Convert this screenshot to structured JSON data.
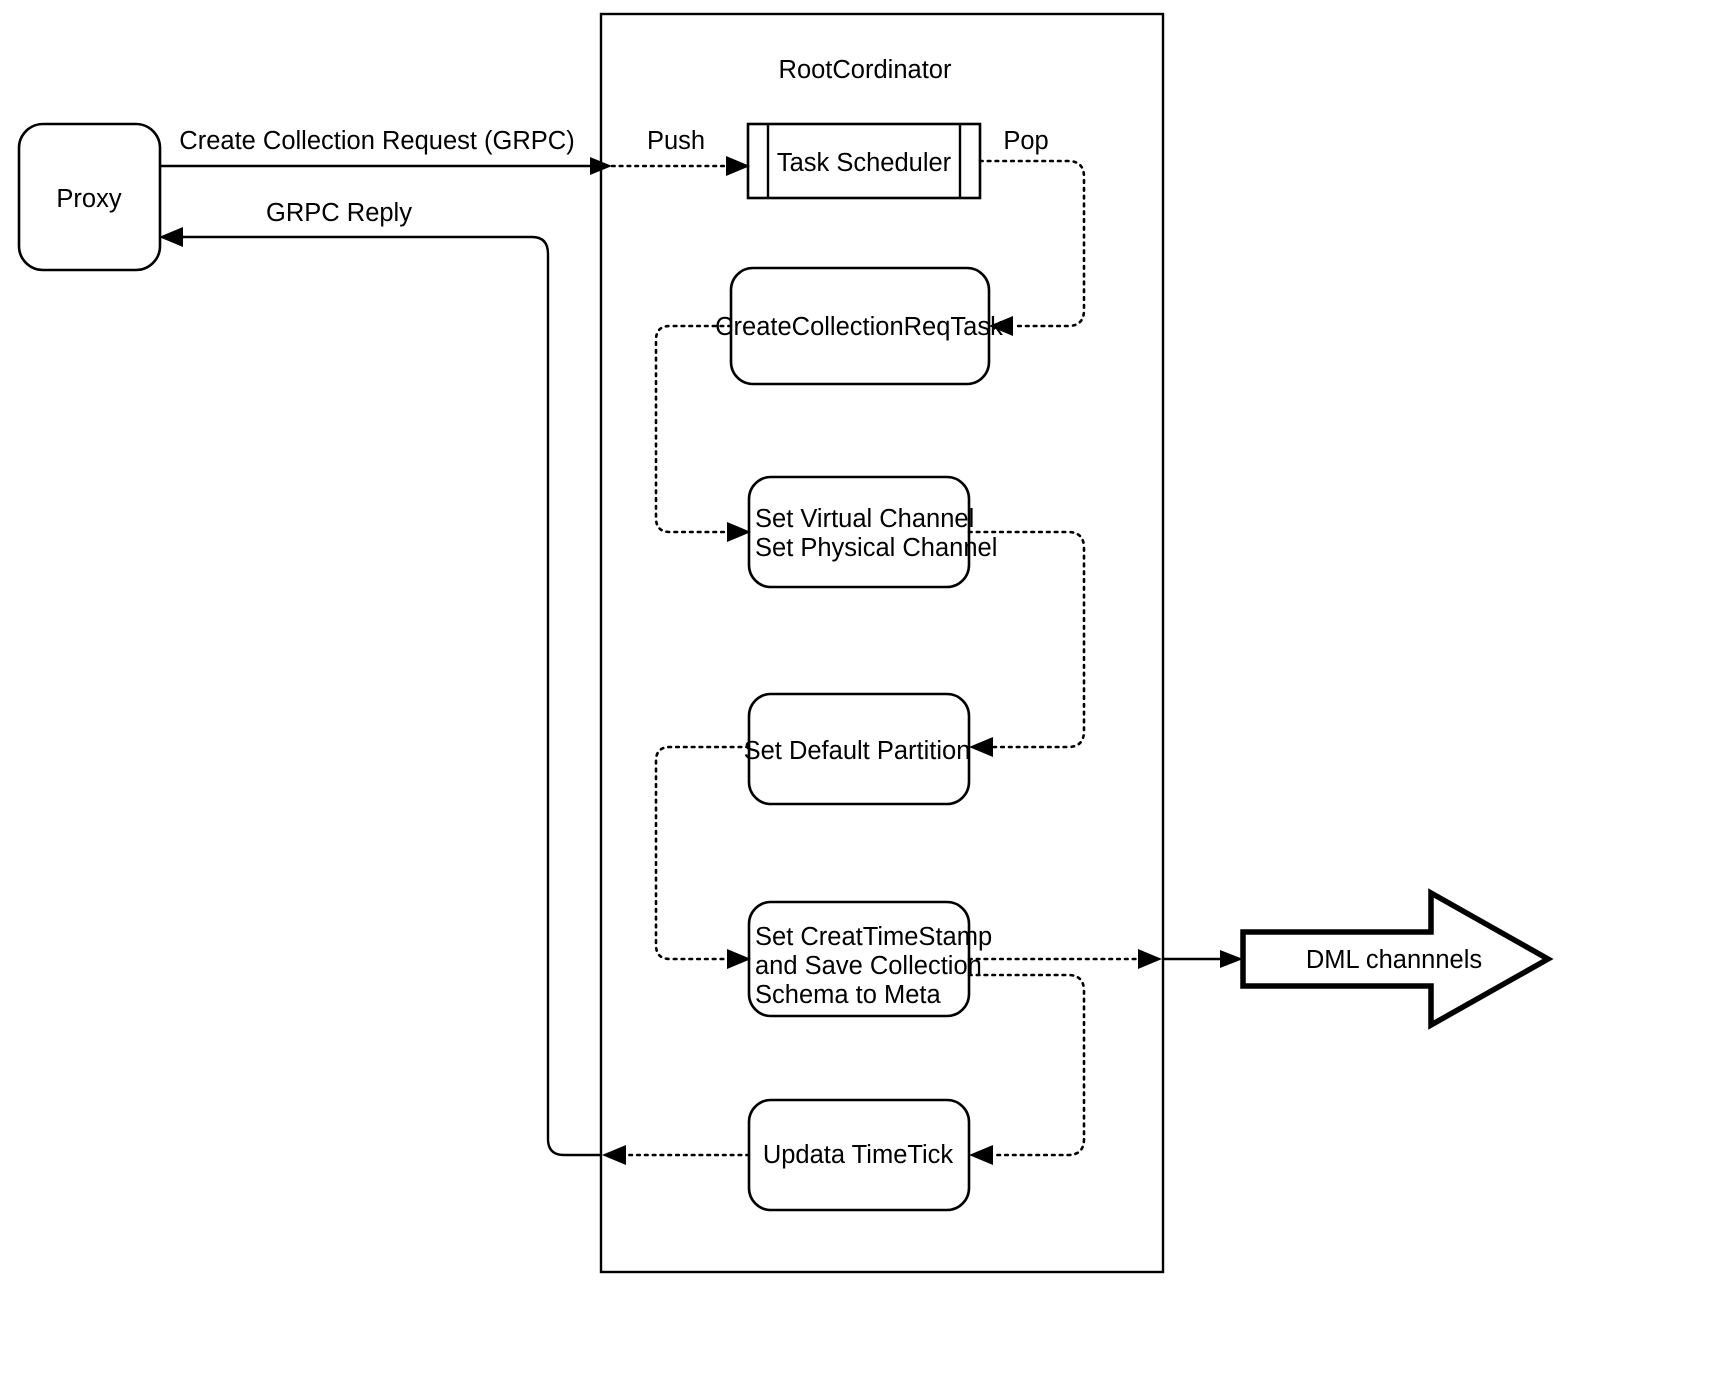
{
  "diagram": {
    "title_node": "RootCordinator",
    "nodes": {
      "proxy": {
        "label": "Proxy"
      },
      "task_scheduler": {
        "label": "Task Scheduler"
      },
      "create_collection_req_task": {
        "label": "CreateCollectionReqTask"
      },
      "set_channels": {
        "line1": "Set Virtual Channel",
        "line2": "Set Physical Channel"
      },
      "set_default_partition": {
        "label": "Set Default Partition"
      },
      "set_timestamp_meta": {
        "line1": "Set CreatTimeStamp",
        "line2": "and Save Collection",
        "line3": "Schema to Meta"
      },
      "update_timetick": {
        "label": "Updata TimeTick"
      },
      "dml_channels": {
        "label": "DML channnels"
      }
    },
    "edges": {
      "create_collection_request": "Create Collection Request (GRPC)",
      "grpc_reply": "GRPC Reply",
      "push": "Push",
      "pop": "Pop"
    },
    "colors": {
      "stroke": "#000000",
      "fill": "#ffffff",
      "background": "#ffffff"
    }
  }
}
